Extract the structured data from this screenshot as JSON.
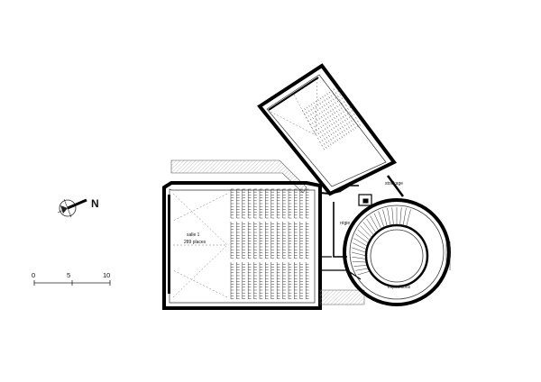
{
  "compass": {
    "north_label": "N"
  },
  "scale_bar": {
    "ticks": [
      "0",
      "5",
      "10"
    ]
  },
  "rooms": {
    "salle1_name": "salle 1",
    "salle1_capacity": "289 places",
    "regie": "régie",
    "stockage": "stockage",
    "expositions": "expositions"
  }
}
